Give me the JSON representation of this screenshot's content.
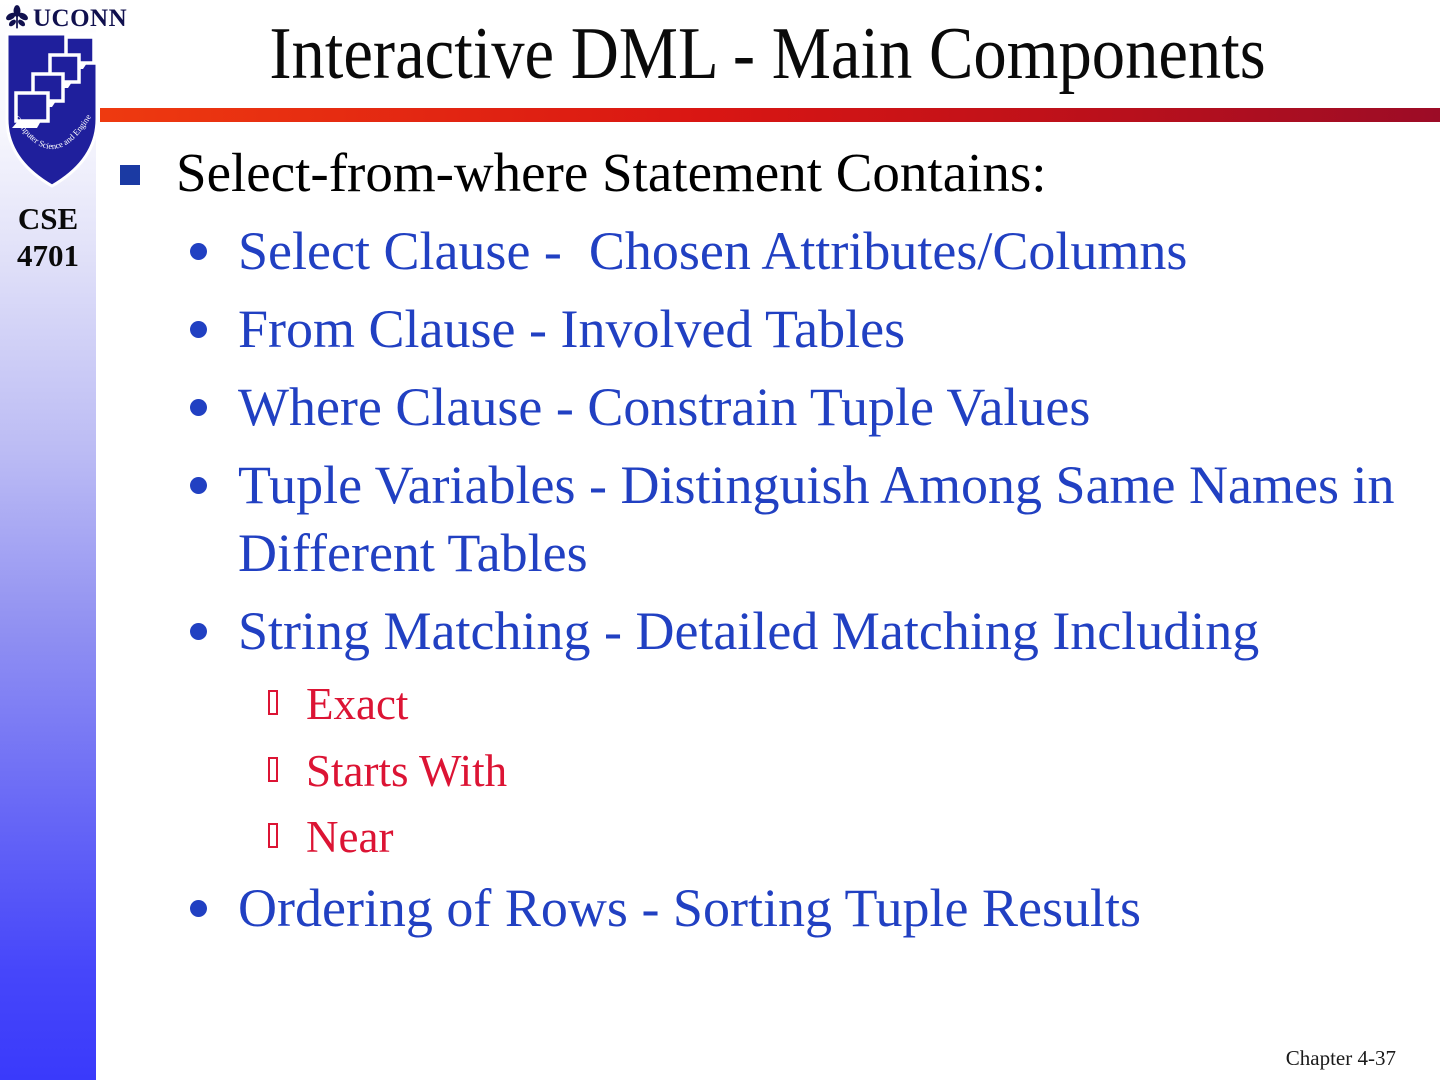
{
  "sidebar": {
    "university": "UCONN",
    "shield_text": "Computer Science and Engineering",
    "course": {
      "line1": "CSE",
      "line2": "4701"
    }
  },
  "header": {
    "title": "Interactive DML - Main Components"
  },
  "content": {
    "heading": "Select-from-where Statement Contains:",
    "bullets_before": [
      "Select Clause -  Chosen Attributes/Columns",
      "From Clause - Involved Tables",
      "Where Clause - Constrain Tuple Values",
      "Tuple Variables - Distinguish Among Same Names in Different Tables",
      "String Matching - Detailed Matching Including"
    ],
    "sub_bullets": [
      "Exact",
      "Starts With",
      "Near"
    ],
    "bullets_after": [
      "Ordering of Rows - Sorting Tuple Results"
    ],
    "footer": "Chapter 4-37"
  },
  "colors": {
    "bullet_text_blue": "#2140c2",
    "sub_bullet_red": "#dc1434",
    "level1_square_blue": "#1b3aa3",
    "divider_gradient_left": "#ee3a10",
    "divider_gradient_right": "#9c0c26",
    "sidebar_bottom_blue": "#3a3afb",
    "shield_blue": "#1f1f9c",
    "uconn_navy": "#10104e"
  }
}
